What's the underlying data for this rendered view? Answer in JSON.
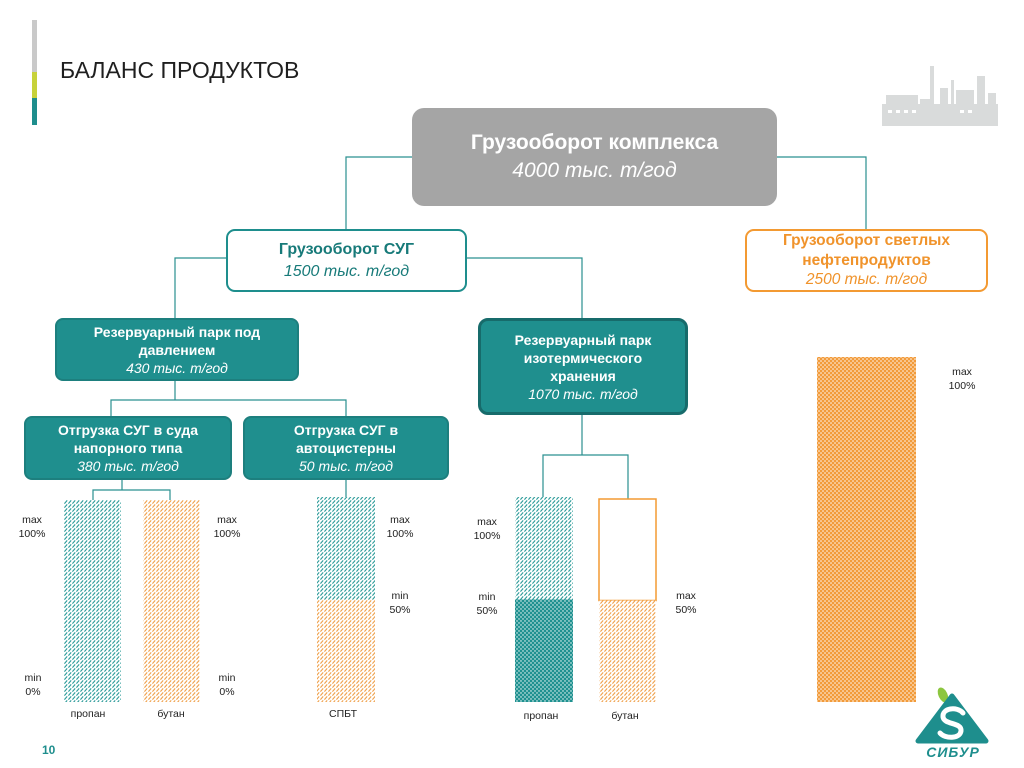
{
  "title": "БАЛАНС ПРОДУКТОВ",
  "page_number": "10",
  "logo": {
    "text": "СИБУР"
  },
  "colors": {
    "teal": "#1e8e8d",
    "orange": "#f39a32",
    "gray": "#a5a5a5",
    "accent_green": "#c7d23a"
  },
  "boxes": {
    "complex": {
      "title_lines": [
        "Грузооборот комплекса"
      ],
      "value": "4000 тыс. т/год"
    },
    "lpg": {
      "title_lines": [
        "Грузооборот СУГ"
      ],
      "value": "1500 тыс. т/год"
    },
    "light_products": {
      "title_lines": [
        "Грузооборот светлых",
        "нефтепродуктов"
      ],
      "value": "2500 тыс. т/год"
    },
    "pressure_park": {
      "title_lines": [
        "Резервуарный парк под",
        "давлением"
      ],
      "value": "430 тыс. т/год"
    },
    "isothermal_park": {
      "title_lines": [
        "Резервуарный парк",
        "изотермического",
        "хранения"
      ],
      "value": "1070 тыс. т/год"
    },
    "ship_loading": {
      "title_lines": [
        "Отгрузка СУГ в суда",
        "напорного типа"
      ],
      "value": "380 тыс. т/год"
    },
    "truck_loading": {
      "title_lines": [
        "Отгрузка СУГ в",
        "автоцистерны"
      ],
      "value": "50 тыс. т/год"
    }
  },
  "tanks": {
    "pressure_propane": {
      "label": "пропан",
      "segments": [
        {
          "fill": "teal-hatch",
          "fraction": 1.0
        }
      ],
      "levels": [
        {
          "word": "max",
          "value": "100%"
        },
        {
          "word": "min",
          "value": "0%"
        }
      ]
    },
    "pressure_butane": {
      "label": "бутан",
      "segments": [
        {
          "fill": "orange-hatch",
          "fraction": 1.0
        }
      ],
      "levels": [
        {
          "word": "max",
          "value": "100%"
        },
        {
          "word": "min",
          "value": "0%"
        }
      ]
    },
    "truck_spbt": {
      "label": "СПБТ",
      "segments": [
        {
          "fill": "teal-hatch",
          "fraction": 0.5
        },
        {
          "fill": "orange-hatch",
          "fraction": 0.5
        }
      ],
      "levels": [
        {
          "word": "max",
          "value": "100%"
        },
        {
          "word": "min",
          "value": "50%"
        }
      ]
    },
    "isothermal_propane": {
      "label": "пропан",
      "segments": [
        {
          "fill": "teal-hatch",
          "fraction": 0.5
        },
        {
          "fill": "teal-dots",
          "fraction": 0.5
        }
      ],
      "levels": [
        {
          "word": "max",
          "value": "100%"
        },
        {
          "word": "min",
          "value": "50%"
        }
      ]
    },
    "isothermal_butane": {
      "label": "бутан",
      "segments": [
        {
          "fill": "empty",
          "outline": "orange",
          "fraction": 0.5
        },
        {
          "fill": "orange-hatch",
          "fraction": 0.5
        }
      ],
      "levels": [
        {
          "word": "max",
          "value": "50%"
        }
      ]
    },
    "light_products": {
      "segments": [
        {
          "fill": "orange-dots",
          "fraction": 1.0
        }
      ],
      "levels": [
        {
          "word": "max",
          "value": "100%"
        }
      ]
    }
  }
}
